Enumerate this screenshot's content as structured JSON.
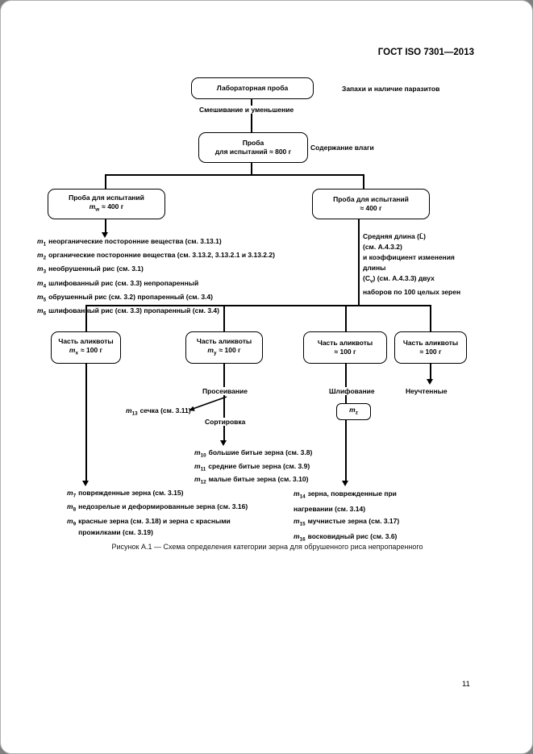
{
  "header": {
    "title": "ГОСТ ISO 7301—2013"
  },
  "footer": {
    "page_number": "11"
  },
  "caption": "Рисунок А.1 — Схема определения категории зерна для обрушенного риса непропаренного",
  "symbols": {
    "m": "m"
  },
  "labels": {
    "odors": "Запахи и наличие паразитов",
    "mixing": "Смешивание и уменьшение",
    "moisture": "Содержание влаги",
    "sieving": "Просеивание",
    "sorting": "Сортировка",
    "milling": "Шлифование",
    "unaccounted": "Неучтенные"
  },
  "boxes": {
    "lab_sample": "Лабораторная проба",
    "sample800": {
      "l1": "Проба",
      "l2": "для испытаний ≈ 800 г"
    },
    "sample400_left": {
      "l1": "Проба для испытаний",
      "m_sub": "w",
      "m_rest": "≈ 400 г"
    },
    "sample400_right": {
      "l1": "Проба для испытаний",
      "l2": "≈ 400 г"
    },
    "aliquot_x": {
      "l1": "Часть аликвоты",
      "m_sub": "x",
      "m_rest": "≈ 100 г"
    },
    "aliquot_y": {
      "l1": "Часть аликвоты",
      "m_sub": "y",
      "m_rest": "≈ 100 г"
    },
    "aliquot_3": {
      "l1": "Часть аликвоты",
      "l2": "≈ 100 г"
    },
    "aliquot_4": {
      "l1": "Часть аликвоты",
      "l2": "≈ 100 г"
    },
    "mz": {
      "m_sub": "z"
    }
  },
  "side_note": {
    "l1": "Средняя длина (L̄)",
    "l2": "(см. А.4.3.2)",
    "l3": "и коэффициент изменения",
    "l4": "длины",
    "l5_pre": "(C",
    "l5_sub": "v",
    "l5_post": ") (см. А.4.3.3) двух",
    "l6": "наборов по 100 целых зерен"
  },
  "m13": {
    "sub": "13",
    "text": "сечка (см. 3.11)"
  },
  "lists": {
    "impurities": [
      {
        "sub": "1",
        "text": "неорганические посторонние вещества (см. 3.13.1)"
      },
      {
        "sub": "2",
        "text": "органические посторонние вещества (см. 3.13.2, 3.13.2.1 и 3.13.2.2)"
      },
      {
        "sub": "3",
        "text": "необрушенный рис (см. 3.1)"
      },
      {
        "sub": "4",
        "text": "шлифованный рис (см. 3.3) непропаренный"
      },
      {
        "sub": "5",
        "text": "обрушенный рис (см. 3.2) пропаренный (см. 3.4)"
      },
      {
        "sub": "6",
        "text": "шлифованный рис (см. 3.3) пропаренный (см. 3.4)"
      }
    ],
    "defects_left": [
      {
        "sub": "7",
        "text": "поврежденные зерна (см. 3.15)"
      },
      {
        "sub": "8",
        "text": "недозрелые и деформированные зерна (см. 3.16)"
      },
      {
        "sub": "9",
        "text": "красные зерна (см. 3.18) и зерна с красными\nпрожилками (см. 3.19)"
      }
    ],
    "broken": [
      {
        "sub": "10",
        "text": "большие битые зерна (см. 3.8)"
      },
      {
        "sub": "11",
        "text": "средние битые зерна (см. 3.9)"
      },
      {
        "sub": "12",
        "text": "малые битые зерна (см. 3.10)"
      }
    ],
    "defects_right": [
      {
        "sub": "14",
        "text": "зерна, поврежденные при\nнагревании (см. 3.14)"
      },
      {
        "sub": "15",
        "text": "мучнистые зерна (см. 3.17)"
      },
      {
        "sub": "16",
        "text": "восковидный рис (см. 3.6)"
      }
    ]
  }
}
